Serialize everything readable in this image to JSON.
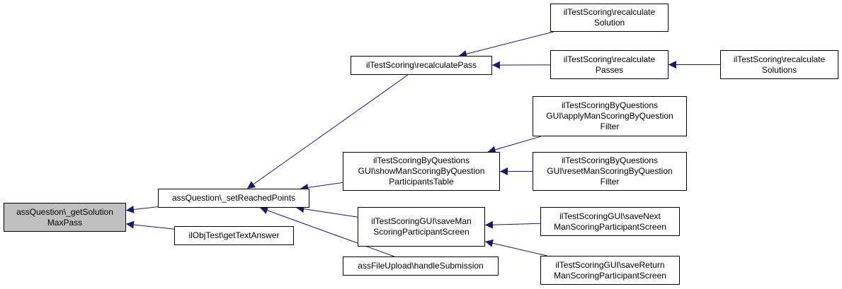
{
  "colors": {
    "edge": "#191970",
    "root_fill": "#bfbfbf",
    "node_fill": "#ffffff",
    "border": "#000000"
  },
  "nodes": {
    "get_solution_max_pass": "assQuestion\\_getSolution\nMaxPass",
    "set_reached_points": "assQuestion\\_setReachedPoints",
    "get_text_answer": "ilObjTest\\getTextAnswer",
    "recalculate_pass": "ilTestScoring\\recalculatePass",
    "show_man_scoring": "ilTestScoringByQuestions\nGUI\\showManScoringByQuestion\nParticipantsTable",
    "save_man_scoring": "ilTestScoringGUI\\saveMan\nScoringParticipantScreen",
    "handle_submission": "assFileUpload\\handleSubmission",
    "recalculate_solution": "ilTestScoring\\recalculate\nSolution",
    "recalculate_passes": "ilTestScoring\\recalculate\nPasses",
    "recalculate_solutions": "ilTestScoring\\recalculate\nSolutions",
    "apply_man_scoring": "ilTestScoringByQuestions\nGUI\\applyManScoringByQuestion\nFilter",
    "reset_man_scoring": "ilTestScoringByQuestions\nGUI\\resetManScoringByQuestion\nFilter",
    "save_next": "ilTestScoringGUI\\saveNext\nManScoringParticipantScreen",
    "save_return": "ilTestScoringGUI\\saveReturn\nManScoringParticipantScreen"
  },
  "edges": [
    {
      "from": "set_reached_points",
      "to": "get_solution_max_pass"
    },
    {
      "from": "get_text_answer",
      "to": "get_solution_max_pass"
    },
    {
      "from": "recalculate_pass",
      "to": "set_reached_points"
    },
    {
      "from": "show_man_scoring",
      "to": "set_reached_points"
    },
    {
      "from": "save_man_scoring",
      "to": "set_reached_points"
    },
    {
      "from": "handle_submission",
      "to": "set_reached_points"
    },
    {
      "from": "recalculate_solution",
      "to": "recalculate_pass"
    },
    {
      "from": "recalculate_passes",
      "to": "recalculate_pass"
    },
    {
      "from": "recalculate_solutions",
      "to": "recalculate_passes"
    },
    {
      "from": "apply_man_scoring",
      "to": "show_man_scoring"
    },
    {
      "from": "reset_man_scoring",
      "to": "show_man_scoring"
    },
    {
      "from": "save_next",
      "to": "save_man_scoring"
    },
    {
      "from": "save_return",
      "to": "save_man_scoring"
    }
  ]
}
